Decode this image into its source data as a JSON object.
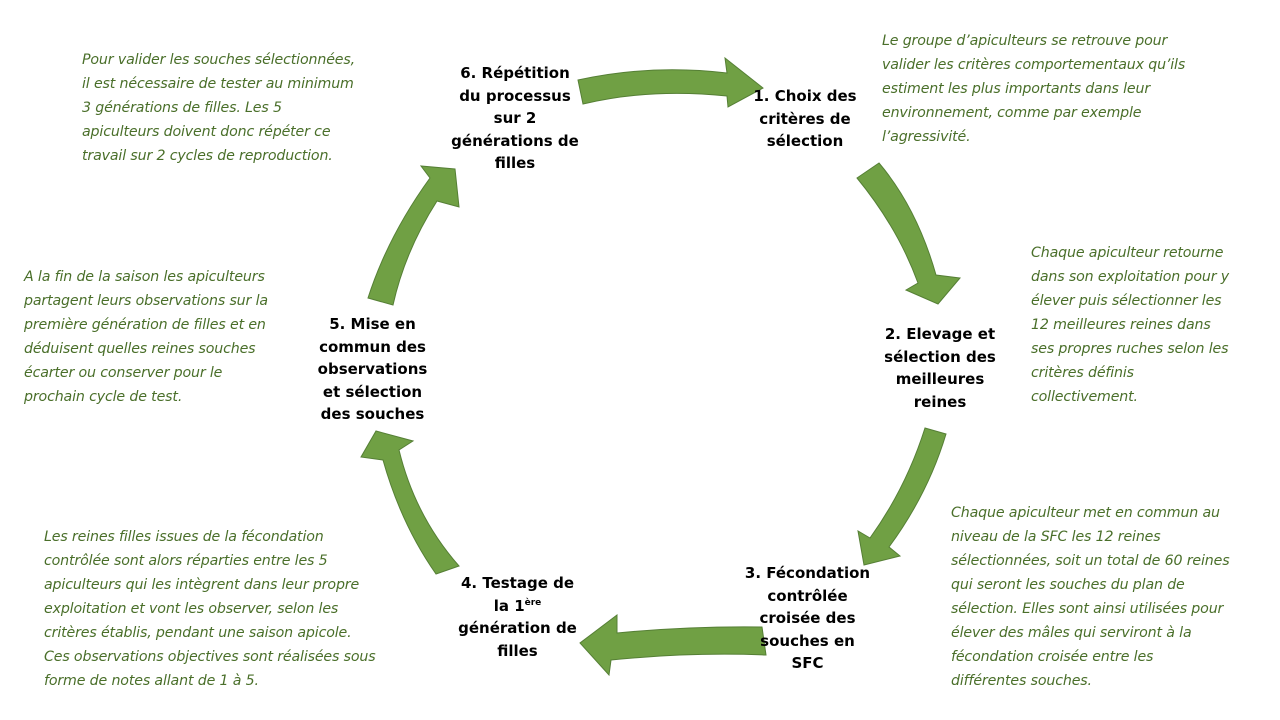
{
  "diagram": {
    "type": "cycle",
    "colors": {
      "arrow_fill": "#70a044",
      "arrow_stroke": "#557f35",
      "note_text": "#4a6f2a",
      "step_text": "#000000"
    },
    "steps": [
      {
        "id": 1,
        "label": "1. Choix des\ncritères de\nsélection"
      },
      {
        "id": 2,
        "label": "2. Elevage et\nsélection des\nmeilleures\nreines"
      },
      {
        "id": 3,
        "label": "3. Fécondation\ncontrôlée\ncroisée des\nsouches en\nSFC"
      },
      {
        "id": 4,
        "label_pre": "4. Testage de\nla 1",
        "label_sup": "ère",
        "label_post": "\ngénération de\nfilles"
      },
      {
        "id": 5,
        "label": "5. Mise en\ncommun des\nobservations\net sélection\ndes souches"
      },
      {
        "id": 6,
        "label": "6. Répétition\ndu processus\nsur 2\ngénérations de\nfilles"
      }
    ],
    "notes": {
      "step1": "Le groupe d’apiculteurs se retrouve pour\nvalider les critères comportementaux qu’ils\nestiment les plus importants dans leur\nenvironnement, comme par exemple\nl’agressivité.",
      "step2": "Chaque apiculteur retourne\ndans son exploitation pour y\nélever puis sélectionner les\n12 meilleures reines dans\nses propres ruches selon les\ncritères définis\ncollectivement.",
      "step3": "Chaque apiculteur met en commun au\nniveau de la SFC les 12 reines\nsélectionnées, soit un total de 60 reines\nqui seront les souches du plan de\nsélection. Elles sont ainsi utilisées pour\nélever des mâles qui serviront à la\nfécondation croisée entre les\ndifférentes souches.",
      "step4": "Les reines filles issues de la fécondation\ncontrôlée sont alors réparties entre les 5\napiculteurs qui les intègrent dans leur propre\nexploitation et vont les observer, selon les\ncritères établis, pendant une saison apicole.\nCes observations objectives sont réalisées sous\nforme de notes allant de 1 à 5.",
      "step5": "A la fin de la saison les apiculteurs\npartagent leurs observations sur la\npremière génération de filles et en\ndéduisent quelles reines souches\nécarter ou conserver pour le\nprochain cycle de test.",
      "step6": "Pour valider les souches sélectionnées,\nil est nécessaire de tester au minimum\n3 générations de filles. Les 5\napiculteurs doivent donc répéter ce\ntravail sur 2 cycles de reproduction."
    },
    "arrows": [
      {
        "from": 6,
        "to": 1
      },
      {
        "from": 1,
        "to": 2
      },
      {
        "from": 2,
        "to": 3
      },
      {
        "from": 3,
        "to": 4
      },
      {
        "from": 4,
        "to": 5
      },
      {
        "from": 5,
        "to": 6
      }
    ]
  }
}
